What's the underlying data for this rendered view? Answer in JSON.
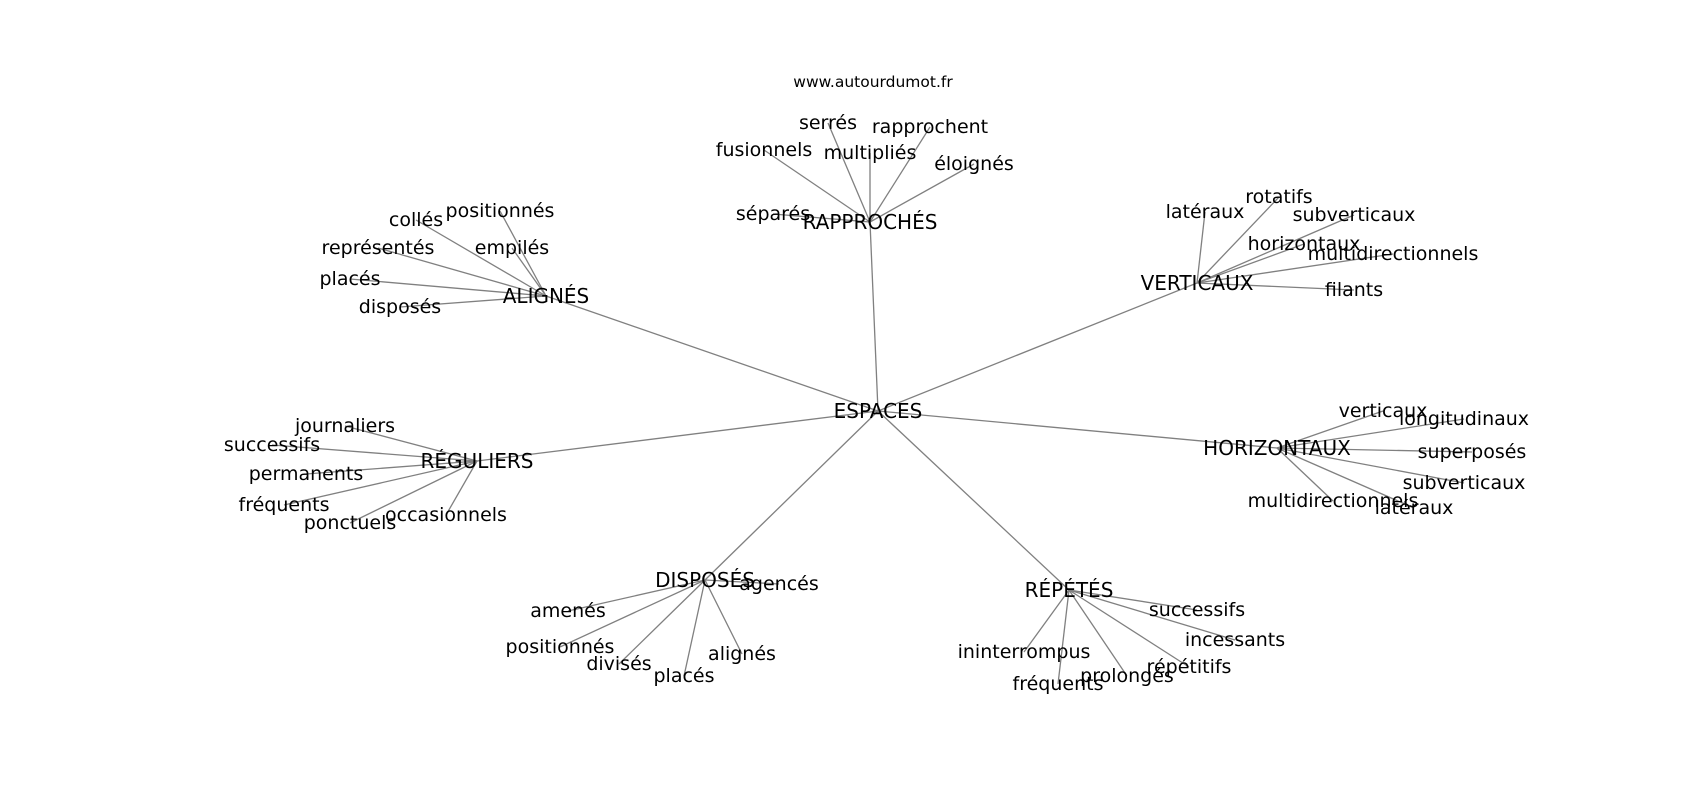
{
  "site": "www.autourdumot.fr",
  "root": "ESPACES",
  "edge_color": "#808080",
  "clusters": [
    {
      "key": "rapproches",
      "label": "RAPPROCHÉS",
      "leaves": [
        "séparés",
        "fusionnels",
        "serrés",
        "multipliés",
        "rapprochent",
        "éloignés"
      ]
    },
    {
      "key": "alignes",
      "label": "ALIGNÉS",
      "leaves": [
        "collés",
        "positionnés",
        "empilés",
        "représentés",
        "placés",
        "disposés"
      ]
    },
    {
      "key": "verticaux",
      "label": "VERTICAUX",
      "leaves": [
        "latéraux",
        "rotatifs",
        "subverticaux",
        "horizontaux",
        "multidirectionnels",
        "filants"
      ]
    },
    {
      "key": "reguliers",
      "label": "RÉGULIERS",
      "leaves": [
        "journaliers",
        "successifs",
        "permanents",
        "fréquents",
        "ponctuels",
        "occasionnels"
      ]
    },
    {
      "key": "horizontaux",
      "label": "HORIZONTAUX",
      "leaves": [
        "verticaux",
        "longitudinaux",
        "superposés",
        "subverticaux",
        "multidirectionnels",
        "latéraux"
      ]
    },
    {
      "key": "disposes",
      "label": "DISPOSÉS",
      "leaves": [
        "agencés",
        "amenés",
        "positionnés",
        "divisés",
        "placés",
        "alignés"
      ]
    },
    {
      "key": "repetes",
      "label": "RÉPÉTÉS",
      "leaves": [
        "successifs",
        "incessants",
        "répétitifs",
        "prolongés",
        "fréquents",
        "ininterrompus"
      ]
    }
  ]
}
